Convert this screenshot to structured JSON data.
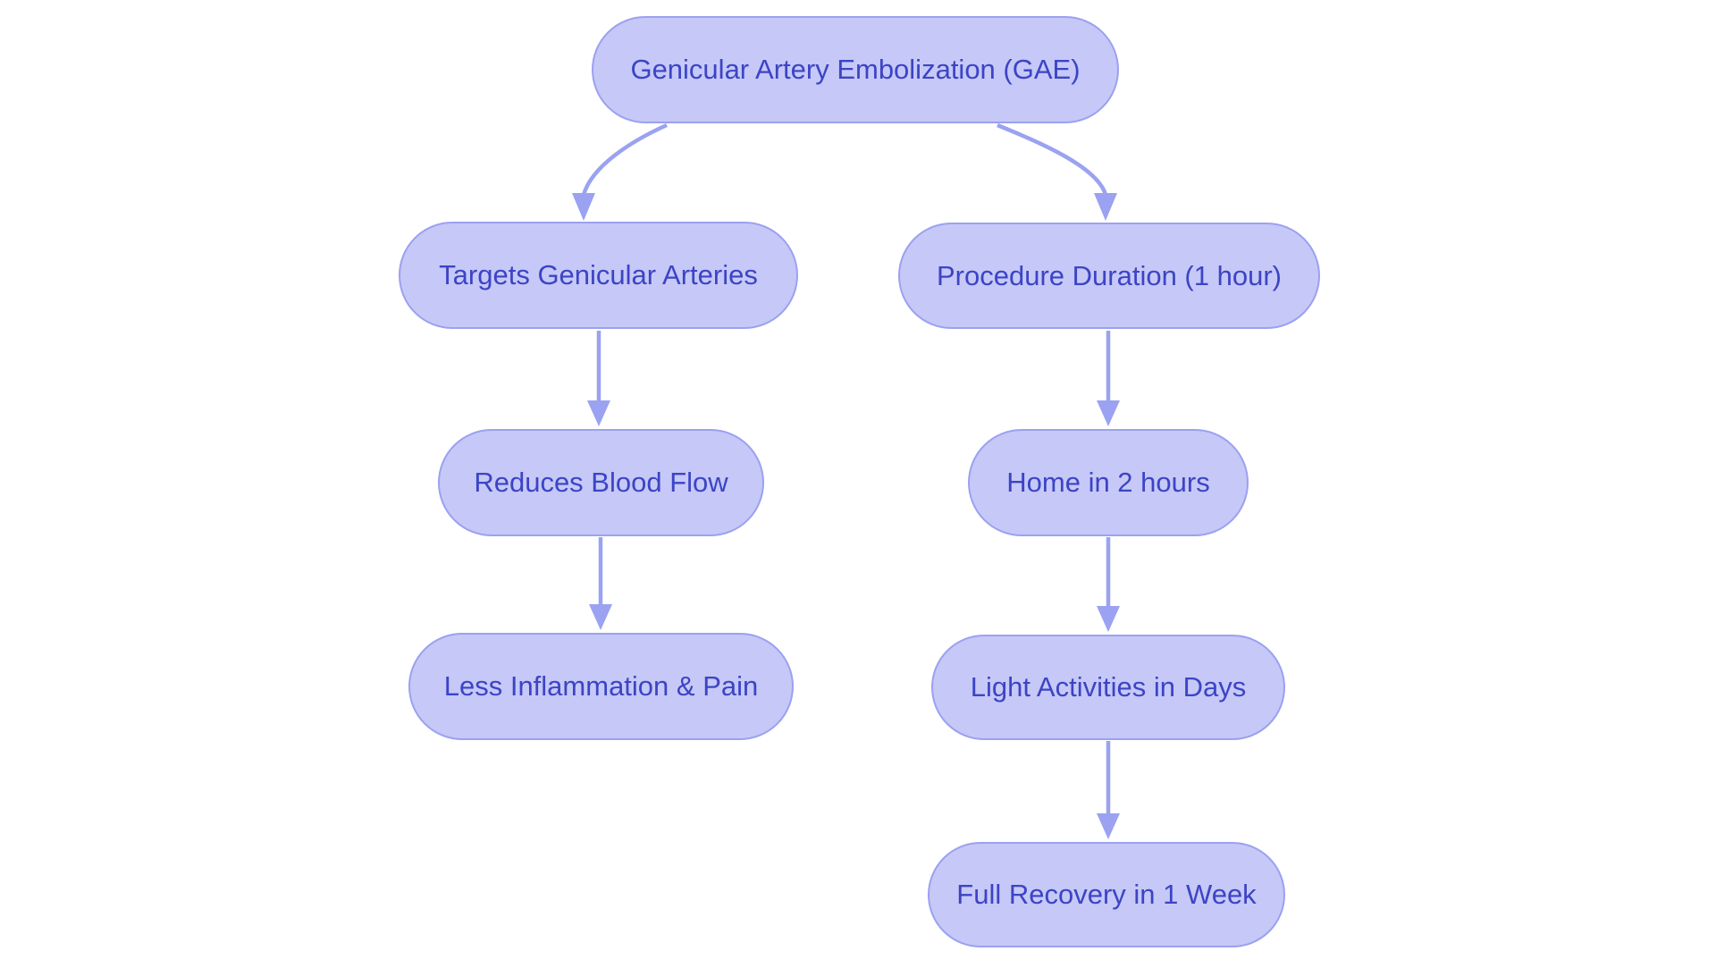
{
  "palette": {
    "background": "#ffffff",
    "node-fill": "#c6c8f7",
    "node-border": "#9ba1f0",
    "node-text": "#3c44c5",
    "arrow": "#9aa2f1"
  },
  "diagram": {
    "type": "flowchart",
    "nodes": [
      {
        "id": "gae",
        "label": "Genicular Artery Embolization (GAE)"
      },
      {
        "id": "targets",
        "label": "Targets Genicular Arteries"
      },
      {
        "id": "duration",
        "label": "Procedure Duration (1 hour)"
      },
      {
        "id": "bloodflow",
        "label": "Reduces Blood Flow"
      },
      {
        "id": "home",
        "label": "Home in 2 hours"
      },
      {
        "id": "inflammation",
        "label": "Less Inflammation & Pain"
      },
      {
        "id": "light",
        "label": "Light Activities in Days"
      },
      {
        "id": "recovery",
        "label": "Full Recovery in 1 Week"
      }
    ],
    "edges": [
      {
        "from": "Genicular Artery Embolization (GAE)",
        "to": "Targets Genicular Arteries"
      },
      {
        "from": "Genicular Artery Embolization (GAE)",
        "to": "Procedure Duration (1 hour)"
      },
      {
        "from": "Targets Genicular Arteries",
        "to": "Reduces Blood Flow"
      },
      {
        "from": "Reduces Blood Flow",
        "to": "Less Inflammation & Pain"
      },
      {
        "from": "Procedure Duration (1 hour)",
        "to": "Home in 2 hours"
      },
      {
        "from": "Home in 2 hours",
        "to": "Light Activities in Days"
      },
      {
        "from": "Light Activities in Days",
        "to": "Full Recovery in 1 Week"
      }
    ]
  }
}
